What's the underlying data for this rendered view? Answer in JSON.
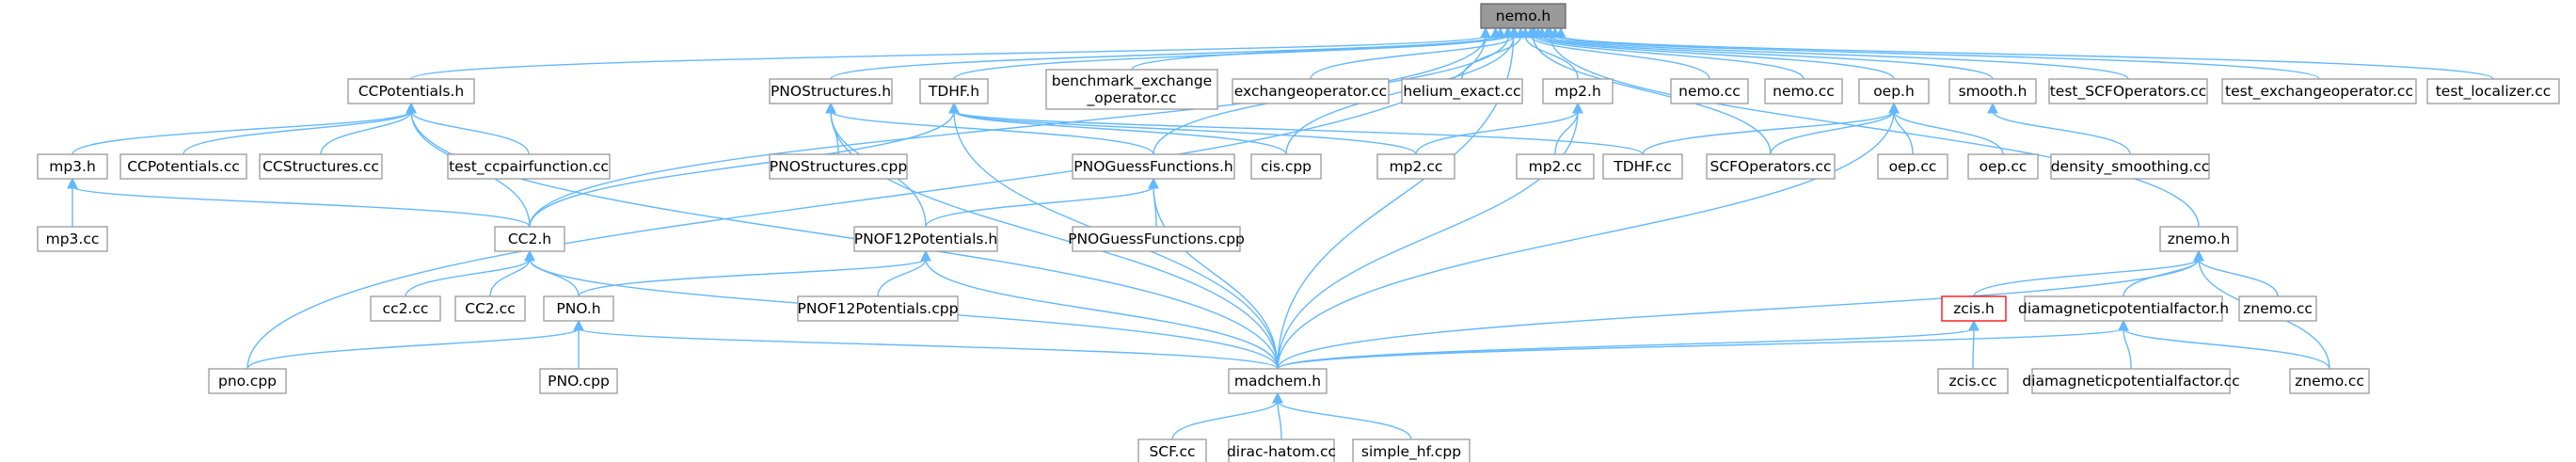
{
  "graph": {
    "root_fill": "#999999",
    "edge_color": "#63b8ff",
    "node_border": "#999999",
    "highlight_border": "#ff0000",
    "nodes": {
      "nemo_h": "nemo.h",
      "ccpotentials_h": "CCPotentials.h",
      "pnostructures_h": "PNOStructures.h",
      "tdhf_h": "TDHF.h",
      "benchmark_l1": "benchmark_exchange",
      "benchmark_l2": "_operator.cc",
      "exchangeoperator_cc": "exchangeoperator.cc",
      "helium_exact_cc": "helium_exact.cc",
      "mp2_h": "mp2.h",
      "nemo_cc_1": "nemo.cc",
      "nemo_cc_2": "nemo.cc",
      "oep_h": "oep.h",
      "smooth_h": "smooth.h",
      "test_scfoperators_cc": "test_SCFOperators.cc",
      "test_exchangeoperator_cc": "test_exchangeoperator.cc",
      "test_localizer_cc": "test_localizer.cc",
      "mp3_h": "mp3.h",
      "ccpotentials_cc": "CCPotentials.cc",
      "ccstructures_cc": "CCStructures.cc",
      "test_ccpairfunction_cc": "test_ccpairfunction.cc",
      "pnostructures_cpp": "PNOStructures.cpp",
      "pnoguessfunctions_h": "PNOGuessFunctions.h",
      "cis_cpp": "cis.cpp",
      "mp2_cc_1": "mp2.cc",
      "mp2_cc_2": "mp2.cc",
      "tdhf_cc": "TDHF.cc",
      "scfoperators_cc": "SCFOperators.cc",
      "oep_cc_1": "oep.cc",
      "oep_cc_2": "oep.cc",
      "density_smoothing_cc": "density_smoothing.cc",
      "mp3_cc": "mp3.cc",
      "cc2_h": "CC2.h",
      "pnof12potentials_h": "PNOF12Potentials.h",
      "pnoguessfunctions_cpp": "PNOGuessFunctions.cpp",
      "znemo_h": "znemo.h",
      "cc2_cc_1": "cc2.cc",
      "cc2_cc_2": "CC2.cc",
      "pno_h": "PNO.h",
      "pnof12potentials_cpp": "PNOF12Potentials.cpp",
      "zcis_h": "zcis.h",
      "diamagnetic_h": "diamagneticpotentialfactor.h",
      "znemo_cc_1": "znemo.cc",
      "pno_cpp": "pno.cpp",
      "madchem_h": "madchem.h",
      "zcis_cc": "zcis.cc",
      "diamagnetic_cc": "diamagneticpotentialfactor.cc",
      "znemo_cc_2": "znemo.cc",
      "pno_cpp_2": "PNO.cpp",
      "scf_cc": "SCF.cc",
      "dirac_hatom_cc": "dirac-hatom.cc",
      "simple_hf_cpp": "simple_hf.cpp"
    }
  }
}
